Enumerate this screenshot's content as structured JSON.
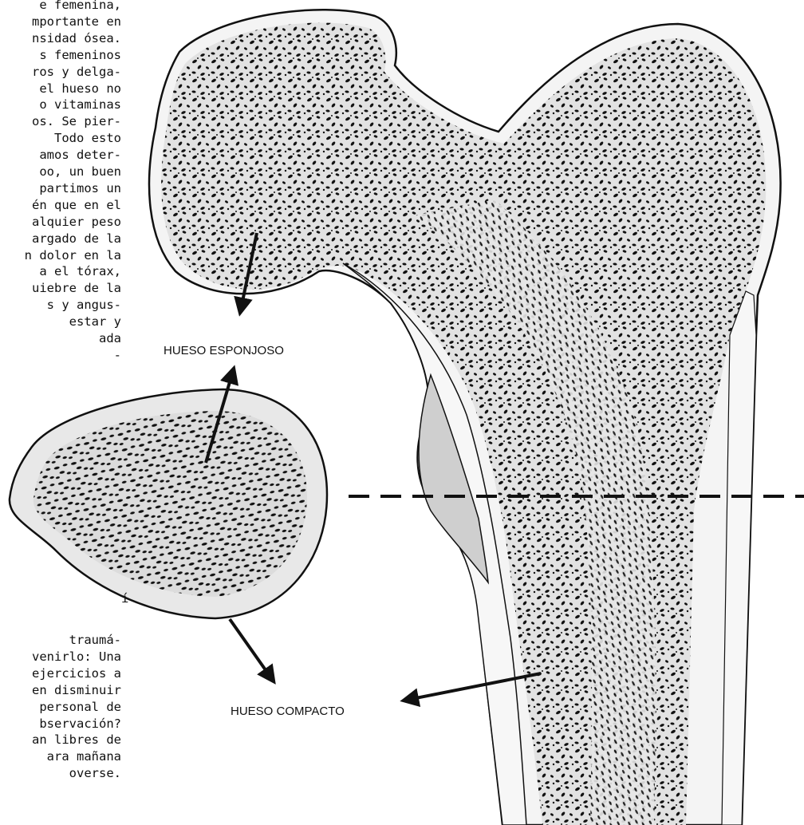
{
  "body_text": {
    "top_lines": [
      "e femenina,",
      "mportante en",
      "nsidad ósea.",
      "s femeninos",
      "ros y delga-",
      "el hueso no",
      "o vitaminas",
      "os. Se pier-",
      "Todo esto",
      "amos deter-",
      "oo, un buen",
      "partimos un",
      "én que en el",
      "alquier peso",
      "argado de la",
      "n dolor en la",
      "a el tórax,",
      "uiebre de la",
      "s y angus-",
      "estar y",
      "ada",
      "-"
    ],
    "middle_line": "í",
    "bottom_lines": [
      "traumá-",
      "venirlo: Una",
      "ejercicios a",
      "en disminuir",
      "personal de",
      "bservación?",
      "an libres de",
      "ara mañana",
      "overse."
    ]
  },
  "labels": {
    "spongy": "HUESO ESPONJOSO",
    "compact": "HUESO COMPACTO"
  },
  "colors": {
    "bone_fill": "#e4e4e4",
    "cortex_fill": "#f6f6f6",
    "outline": "#111111",
    "pore": "#111111"
  }
}
